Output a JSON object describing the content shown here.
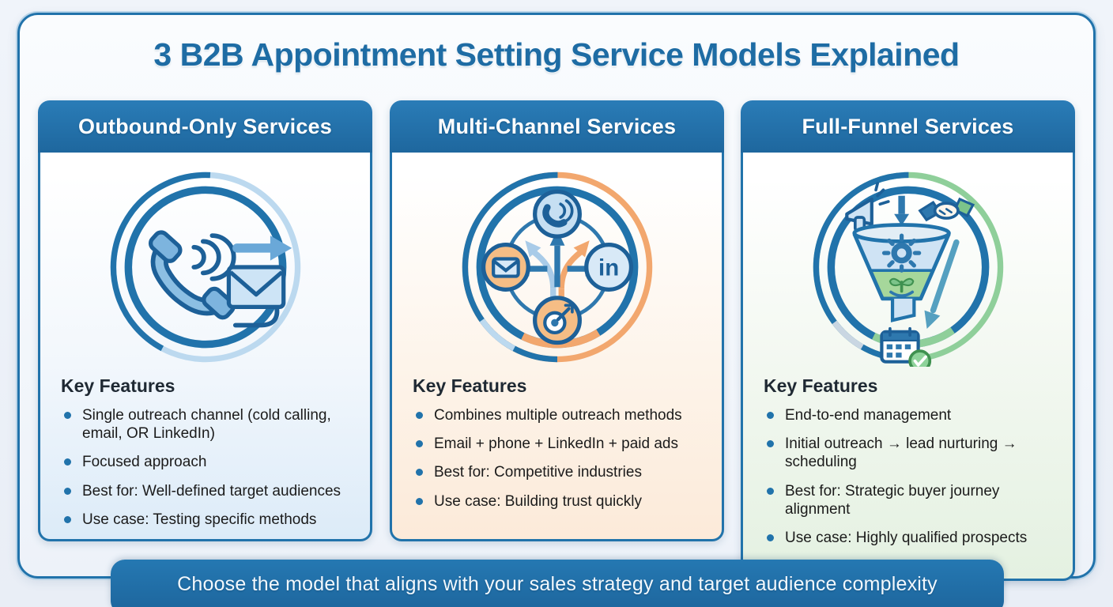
{
  "palette": {
    "primary_blue": "#2173ab",
    "dark_blue": "#1d6098",
    "title_blue": "#1e6ca4",
    "light_blue": "#bcd9ef",
    "accent_orange": "#f2a76e",
    "accent_green": "#8fcf9a",
    "card1_tint": "#dcebf8",
    "card2_tint": "#fcead9",
    "card3_tint": "#e4f1e1",
    "text_dark": "#1b1b1b"
  },
  "title": "3 B2B Appointment Setting Service Models Explained",
  "cards": [
    {
      "header": "Outbound-Only Services",
      "icon": "phone-and-email-icon",
      "features_heading": "Key Features",
      "features": [
        "Single outreach channel (cold calling, email, OR LinkedIn)",
        "Focused approach",
        "Best for: Well-defined target audiences",
        "Use case: Testing specific methods"
      ]
    },
    {
      "header": "Multi-Channel Services",
      "icon": "multi-channel-hub-icon",
      "linkedin_label": "in",
      "features_heading": "Key Features",
      "features": [
        "Combines multiple outreach methods",
        "Email + phone + LinkedIn + paid ads",
        "Best for: Competitive industries",
        "Use case: Building trust quickly"
      ]
    },
    {
      "header": "Full-Funnel Services",
      "icon": "full-funnel-icon",
      "features_heading": "Key Features",
      "features": [
        "End-to-end management",
        "Initial outreach → lead nurturing → scheduling",
        "Best for: Strategic buyer journey alignment",
        "Use case: Highly qualified prospects"
      ]
    }
  ],
  "footer": {
    "text": "Choose the model that aligns with your sales strategy and target audience complexity"
  }
}
